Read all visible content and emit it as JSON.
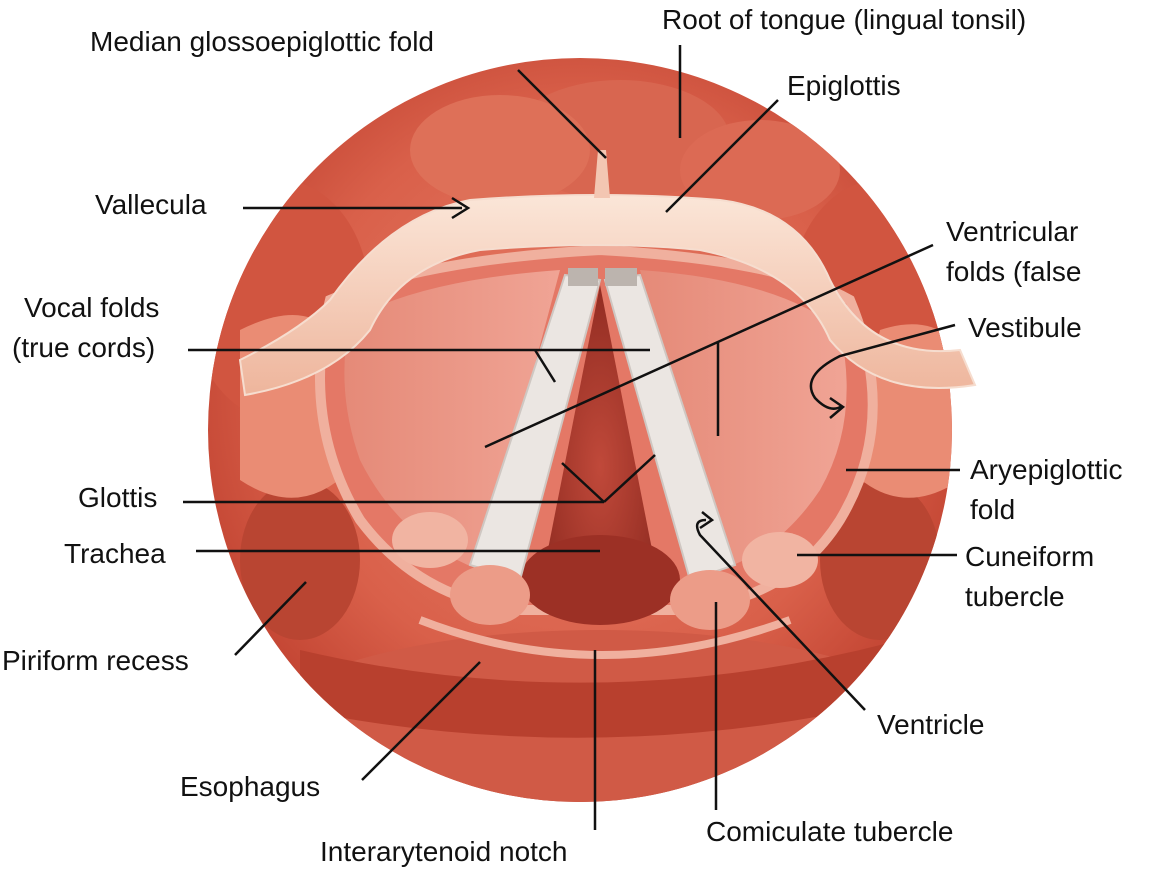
{
  "diagram": {
    "labels": {
      "median_glossoepiglottic_fold": "Median glossoepiglottic fold",
      "root_of_tongue": "Root of tongue (lingual tonsil)",
      "epiglottis": "Epiglottis",
      "vallecula": "Vallecula",
      "ventricular_folds_line1": "Ventricular",
      "ventricular_folds_line2": "folds (false",
      "vocal_folds_line1": "Vocal folds",
      "vocal_folds_line2": "(true cords)",
      "vestibule": "Vestibule",
      "aryepiglottic_fold_line1": "Aryepiglottic",
      "aryepiglottic_fold_line2": "fold",
      "glottis": "Glottis",
      "trachea": "Trachea",
      "cuneiform_tubercle_line1": "Cuneiform",
      "cuneiform_tubercle_line2": "tubercle",
      "piriform_recess": "Piriform recess",
      "ventricle": "Ventricle",
      "esophagus": "Esophagus",
      "corniculate_tubercle": "Comiculate tubercle",
      "interarytenoid_notch": "Interarytenoid notch"
    },
    "colors": {
      "outer_tissue": "#d9604a",
      "outer_rim": "#c94a36",
      "epiglottis": "#f6d2bd",
      "ventricular_fold": "#e07a68",
      "vocal_fold": "#ece8e4",
      "airway": "#a8362a",
      "leader_line": "#111111"
    }
  }
}
